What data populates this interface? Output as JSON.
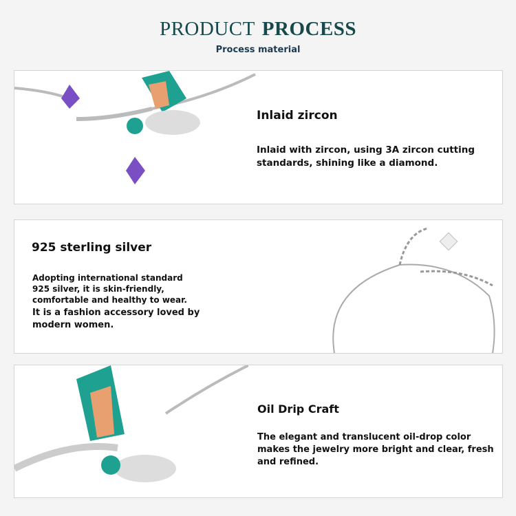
{
  "header": {
    "title_light": "PRODUCT",
    "title_bold": "PROCESS",
    "subtitle": "Process material"
  },
  "sections": [
    {
      "heading": "Inlaid zircon",
      "body": "Inlaid with zircon, using 3A zircon cutting standards, shining like a diamond."
    },
    {
      "heading": "925 sterling silver",
      "body": "Adopting international standard 925 silver, it is skin-friendly, comfortable and healthy to wear.",
      "body2": "It is a fashion accessory loved by modern women."
    },
    {
      "heading": "Oil Drip Craft",
      "body": "The elegant and translucent oil-drop color makes the jewelry more bright and clear, fresh and refined."
    }
  ],
  "colors": {
    "title": "#17484a",
    "teal": "#1fa192",
    "purple": "#7b4fc4"
  }
}
